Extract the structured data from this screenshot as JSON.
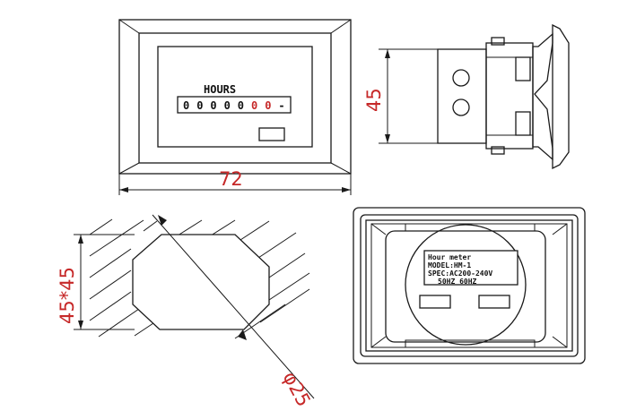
{
  "front_view": {
    "label": "HOURS",
    "digits": [
      "0",
      "0",
      "0",
      "0",
      "0",
      "0",
      "0",
      "-"
    ],
    "digit_colors": [
      "#111111",
      "#111111",
      "#111111",
      "#111111",
      "#111111",
      "#c62828",
      "#c62828",
      "#111111"
    ]
  },
  "dimensions": {
    "width": "72",
    "height": "45",
    "cutout": "45*45",
    "diameter": "φ25"
  },
  "nameplate": {
    "line1": "Hour meter",
    "line2": "MODEL:HM-1",
    "line3": "SPEC:AC200-240V",
    "line4": "50HZ  60HZ"
  },
  "colors": {
    "dimension": "#c62828",
    "line": "#1a1a1a"
  }
}
